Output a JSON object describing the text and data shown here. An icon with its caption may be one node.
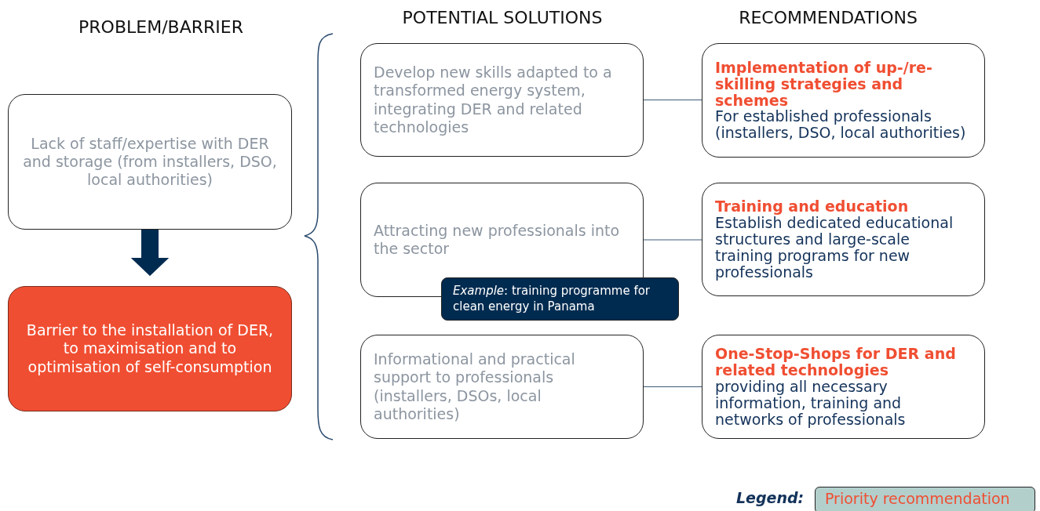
{
  "diagram": {
    "nodes": [
      {
        "text": [
          "Lack of staff/expertise with DER and storage (from installers, DSO, local authorities)"
        ]
      },
      {
        "text": [
          "Barrier to the installation of DER, to maximisation and to optimisation of self-consumption"
        ]
      },
      {
        "text": [
          "Develop new skills adapted to a transformed energy system, integrating DER and related technologies"
        ]
      },
      {
        "text": [
          "Attracting new professionals into the sector"
        ]
      },
      {
        "text": [
          "*Example*: training programme for clean energy in Panama"
        ]
      },
      {
        "text": [
          "Informational and practical support to professionals (installers, DSOs, local authorities)"
        ]
      },
      {
        "text": [
          "Implementation of up-/re-skilling strategies and schemes",
          "For established professionals (installers, DSO, local authorities)"
        ]
      },
      {
        "text": [
          "Training and education",
          "Establish dedicated educational structures and large-scale training programs for new professionals"
        ]
      },
      {
        "text": [
          "One-Stop-Shops for DER and related technologies",
          "providing all necessary information, training and networks of professionals"
        ]
      }
    ],
    "edges": [
      {
        "from": 0,
        "to": 1,
        "arrow": "to",
        "style": "thick",
        "color": "#002b50"
      },
      {
        "from": 2,
        "to": 6,
        "arrow": "none"
      },
      {
        "from": 3,
        "to": 7,
        "arrow": "none"
      },
      {
        "from": 5,
        "to": 8,
        "arrow": "none"
      }
    ],
    "labels": [
      "PROBLEM/BARRIER",
      "POTENTIAL SOLUTIONS",
      "RECOMMENDATIONS",
      "Legend:"
    ],
    "legend": [
      {
        "text": "Priority recommendation",
        "color": "#b3cfcc"
      }
    ]
  }
}
